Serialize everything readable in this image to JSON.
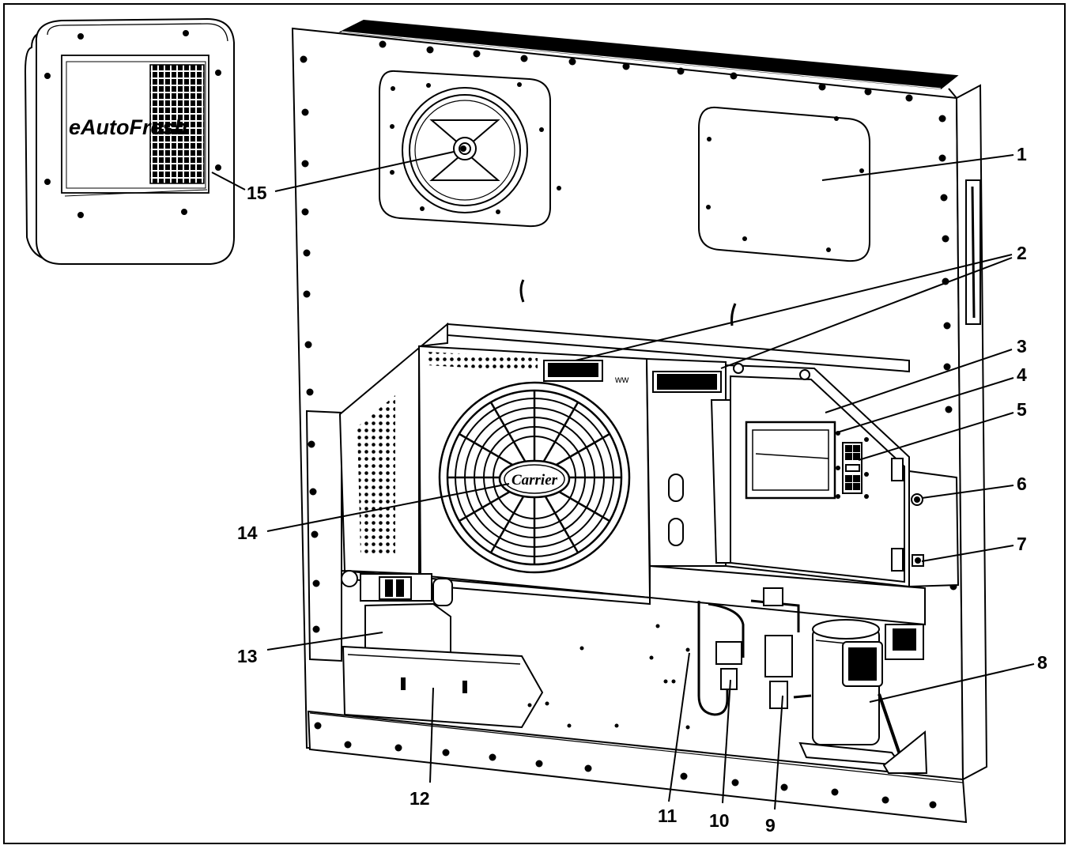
{
  "diagram": {
    "inset_brand_text": "eAutoFresh",
    "fan_logo_text": "Carrier",
    "callouts": [
      "1",
      "2",
      "3",
      "4",
      "5",
      "6",
      "7",
      "8",
      "9",
      "10",
      "11",
      "12",
      "13",
      "14",
      "15"
    ]
  },
  "colors": {
    "line": "#000000",
    "background": "#ffffff"
  }
}
